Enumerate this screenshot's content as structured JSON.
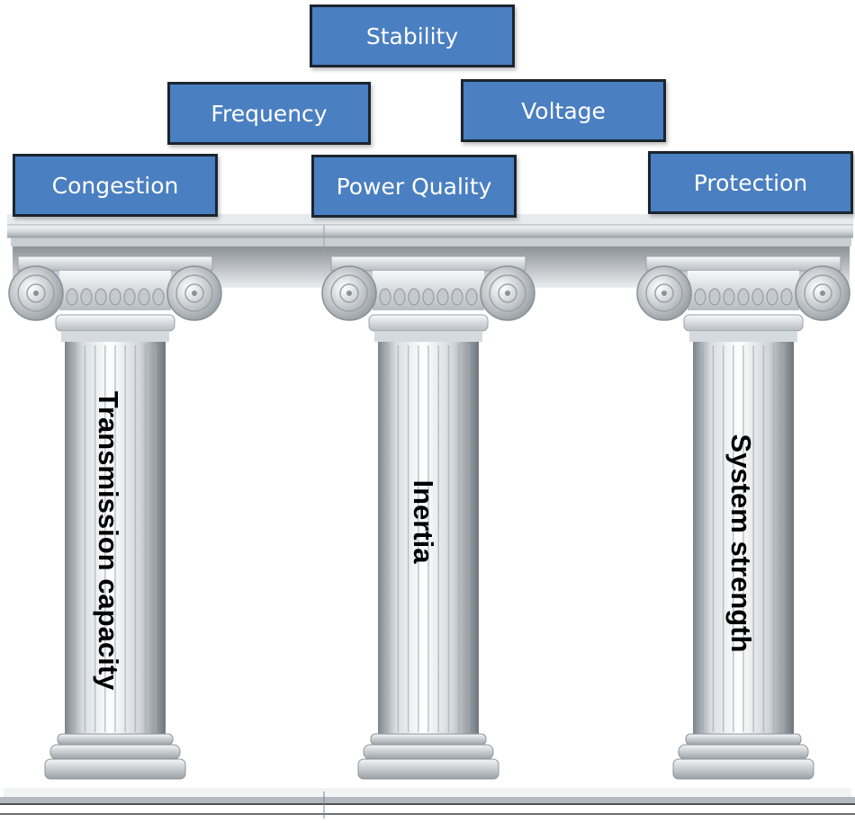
{
  "theme": {
    "box_fill": "#4a7fc1",
    "box_border": "#1b2530",
    "box_text": "#ffffff",
    "label_text": "#000000"
  },
  "roof_boxes": {
    "stability": "Stability",
    "frequency": "Frequency",
    "voltage": "Voltage",
    "congestion": "Congestion",
    "power_quality": "Power Quality",
    "protection": "Protection"
  },
  "pillars": {
    "left": "Transmission capacity",
    "center": "Inertia",
    "right": "System strength"
  }
}
